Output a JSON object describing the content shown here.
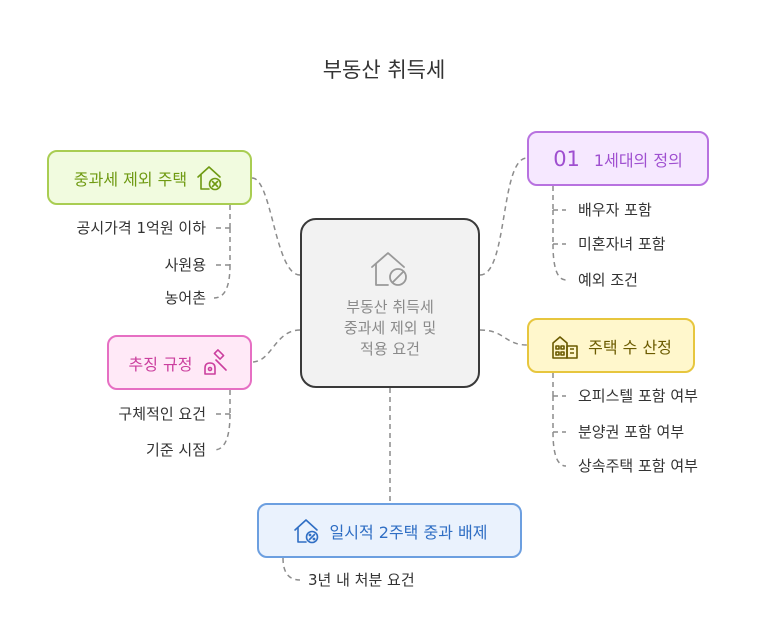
{
  "title": "부동산 취득세",
  "center": {
    "text": "부동산 취득세\n중과세 제외 및\n적용 요건"
  },
  "nodes": {
    "exclusion": {
      "label": "중과세 제외 주택",
      "color": "#6f9a12",
      "icon": "house-cancel-icon",
      "children": [
        "공시가격 1억원 이하",
        "사원용",
        "농어촌"
      ]
    },
    "household": {
      "number": "01",
      "label": "1세대의 정의",
      "color": "#9f4fd0",
      "children": [
        "배우자 포함",
        "미혼자녀 포함",
        "예외 조건"
      ]
    },
    "count": {
      "label": "주택 수 산정",
      "color": "#6b5b00",
      "icon": "buildings-icon",
      "children": [
        "오피스텔 포함 여부",
        "분양권 포함 여부",
        "상속주택 포함 여부"
      ]
    },
    "collection": {
      "label": "추징 규정",
      "color": "#cb3f9e",
      "icon": "gavel-icon",
      "children": [
        "구체적인 요건",
        "기준 시점"
      ]
    },
    "temporary": {
      "label": "일시적 2주택 중과 배제",
      "color": "#2f6ec4",
      "icon": "house-percent-icon",
      "children": [
        "3년 내 처분 요건"
      ]
    }
  }
}
